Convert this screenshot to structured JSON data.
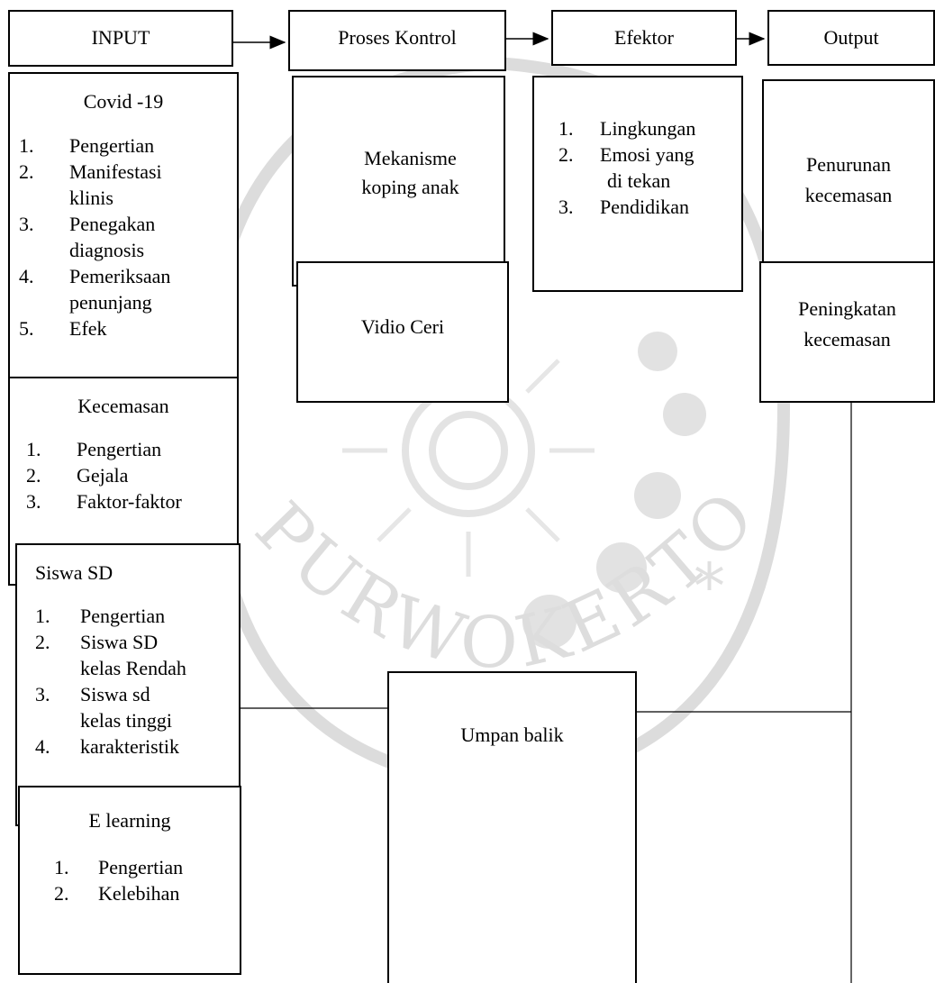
{
  "header": {
    "input": "INPUT",
    "process": "Proses Kontrol",
    "effector": "Efektor",
    "output": "Output"
  },
  "input_boxes": {
    "covid": {
      "title": "Covid -19",
      "items": [
        {
          "num": "1.",
          "lines": [
            "Pengertian"
          ]
        },
        {
          "num": "2.",
          "lines": [
            "Manifestasi",
            "klinis"
          ]
        },
        {
          "num": "3.",
          "lines": [
            "Penegakan",
            "diagnosis"
          ]
        },
        {
          "num": "4.",
          "lines": [
            "Pemeriksaan",
            "penunjang"
          ]
        },
        {
          "num": "5.",
          "lines": [
            "Efek"
          ]
        }
      ]
    },
    "anxiety": {
      "title": "Kecemasan",
      "items": [
        {
          "num": "1.",
          "lines": [
            "Pengertian"
          ]
        },
        {
          "num": "2.",
          "lines": [
            "Gejala"
          ]
        },
        {
          "num": "3.",
          "lines": [
            "Faktor-faktor"
          ]
        }
      ]
    },
    "students": {
      "title": "Siswa SD",
      "items": [
        {
          "num": "1.",
          "lines": [
            "Pengertian"
          ]
        },
        {
          "num": "2.",
          "lines": [
            "Siswa SD",
            "kelas Rendah"
          ]
        },
        {
          "num": "3.",
          "lines": [
            "Siswa sd",
            "kelas tinggi"
          ]
        },
        {
          "num": "4.",
          "lines": [
            "karakteristik"
          ]
        }
      ]
    },
    "elearning": {
      "title": "E learning",
      "items": [
        {
          "num": "1.",
          "lines": [
            "Pengertian"
          ]
        },
        {
          "num": "2.",
          "lines": [
            "Kelebihan"
          ]
        }
      ]
    }
  },
  "process": {
    "coping": [
      "Mekanisme",
      "koping anak"
    ],
    "video": "Vidio Ceri"
  },
  "effector": {
    "items": [
      {
        "num": "1.",
        "lines": [
          "Lingkungan"
        ]
      },
      {
        "num": "2.",
        "lines": [
          "Emosi yang",
          "di tekan"
        ]
      },
      {
        "num": "3.",
        "lines": [
          "Pendidikan"
        ]
      }
    ]
  },
  "output": {
    "decrease": [
      "Penurunan",
      "kecemasan"
    ],
    "increase": [
      "Peningkatan",
      "kecemasan"
    ]
  },
  "feedback": "Umpan balik",
  "watermark": {
    "text": "PURWOKERTO",
    "color": "#d9d9d9"
  }
}
